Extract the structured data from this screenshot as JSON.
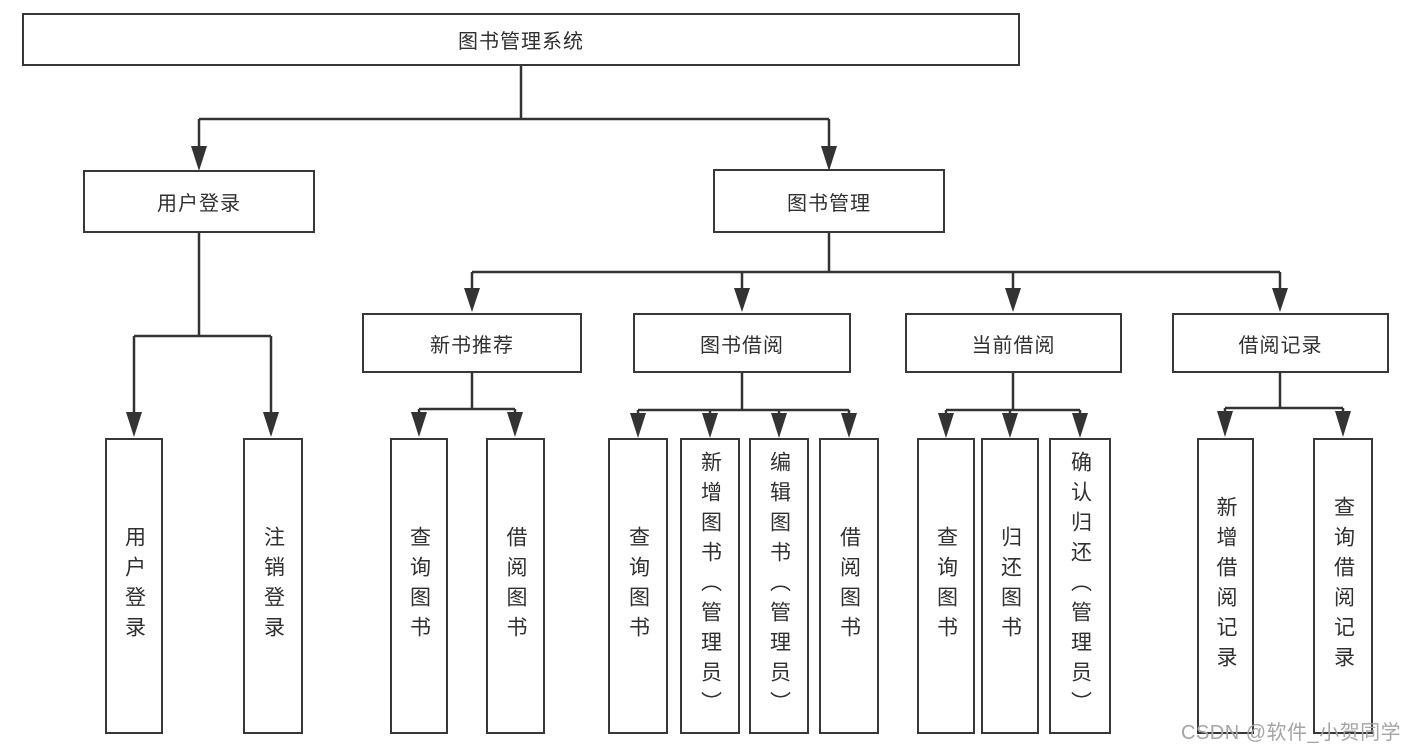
{
  "diagram": {
    "tree": {
      "root": {
        "label": "图书管理系统",
        "children": [
          {
            "label": "用户登录",
            "children": [
              {
                "label": "用户登录"
              },
              {
                "label": "注销登录"
              }
            ]
          },
          {
            "label": "图书管理",
            "children": [
              {
                "label": "新书推荐",
                "children": [
                  {
                    "label": "查询图书"
                  },
                  {
                    "label": "借阅图书"
                  }
                ]
              },
              {
                "label": "图书借阅",
                "children": [
                  {
                    "label": "查询图书"
                  },
                  {
                    "label": "新增图书（管理员）"
                  },
                  {
                    "label": "编辑图书（管理员）"
                  },
                  {
                    "label": "借阅图书"
                  }
                ]
              },
              {
                "label": "当前借阅",
                "children": [
                  {
                    "label": "查询图书"
                  },
                  {
                    "label": "归还图书"
                  },
                  {
                    "label": "确认归还（管理员）"
                  }
                ]
              },
              {
                "label": "借阅记录",
                "children": [
                  {
                    "label": "新增借阅记录"
                  },
                  {
                    "label": "查询借阅记录"
                  }
                ]
              }
            ]
          }
        ]
      }
    },
    "colors": {
      "line": "#333333",
      "box_border": "#383838",
      "text": "#303030",
      "background": "#ffffff",
      "watermark": "#a5a5a5"
    }
  },
  "watermark": {
    "text": "CSDN @软件_小贺同学"
  }
}
